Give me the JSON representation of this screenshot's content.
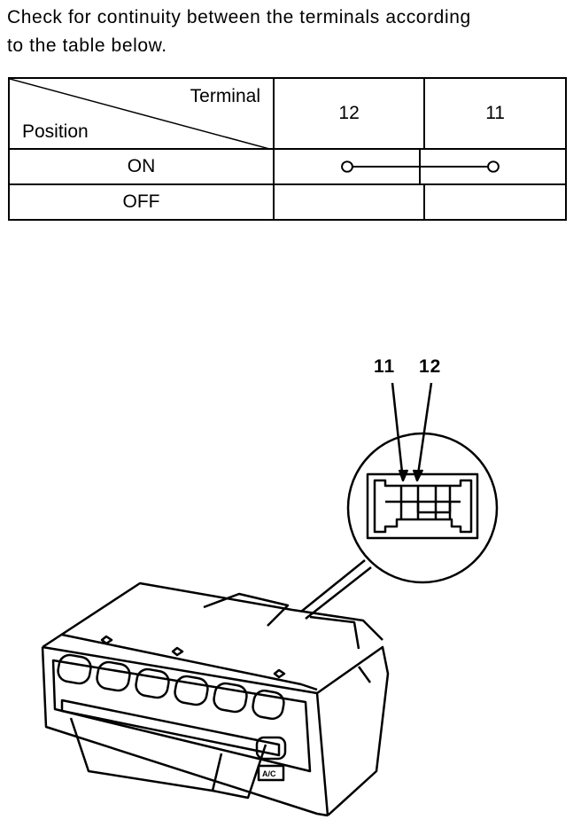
{
  "intro": {
    "line1": "Check for continuity between the terminals according",
    "line2": "to the table below."
  },
  "table": {
    "corner_top": "Terminal",
    "corner_bottom": "Position",
    "columns": [
      "12",
      "11"
    ],
    "rows": [
      {
        "position": "ON",
        "continuity": true
      },
      {
        "position": "OFF",
        "continuity": false
      }
    ]
  },
  "figure": {
    "terminal_labels": [
      "11",
      "12"
    ],
    "button_label": "A/C"
  }
}
